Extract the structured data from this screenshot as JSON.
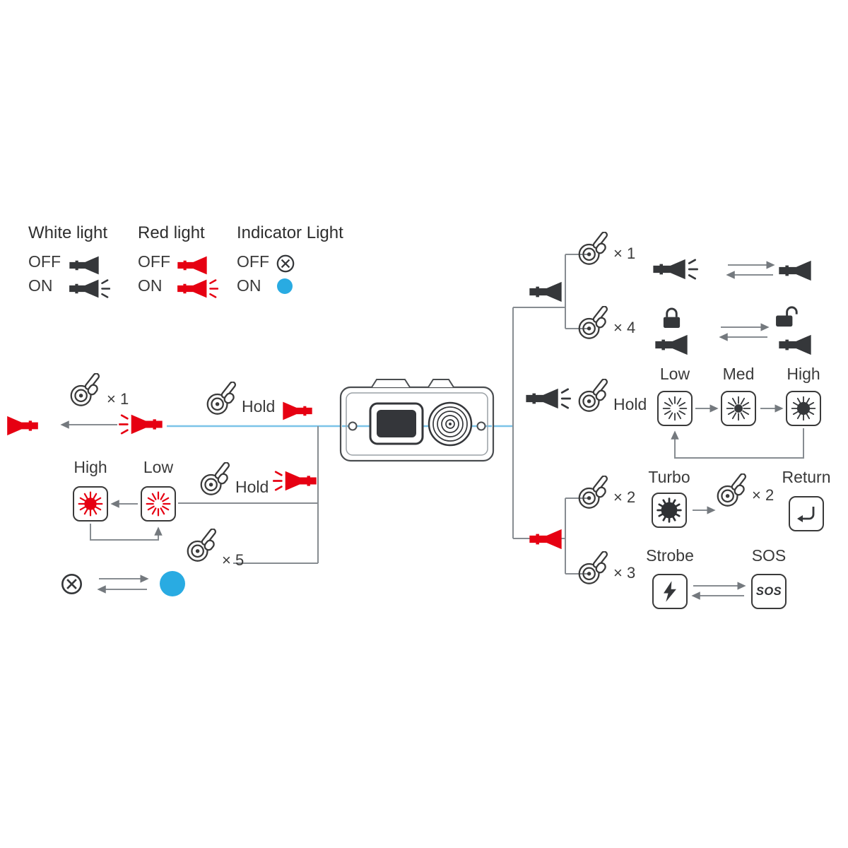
{
  "legend": {
    "white": {
      "title": "White light",
      "off": "OFF",
      "on": "ON"
    },
    "red": {
      "title": "Red light",
      "off": "OFF",
      "on": "ON"
    },
    "indicator": {
      "title": "Indicator Light",
      "off": "OFF",
      "on": "ON"
    }
  },
  "left": {
    "red_toggle": {
      "hold": "Hold",
      "tap": "× 1"
    },
    "red_levels": {
      "hold": "Hold",
      "high": "High",
      "low": "Low"
    },
    "indicator_toggle": {
      "tap": "× 5"
    }
  },
  "right": {
    "white_toggle": {
      "tap_on": "× 1",
      "tap_lock": "× 4"
    },
    "white_levels": {
      "hold": "Hold",
      "low": "Low",
      "med": "Med",
      "high": "High"
    },
    "special": {
      "tap_turbo": "× 2",
      "turbo": "Turbo",
      "tap_return": "× 2",
      "return_label": "Return",
      "tap_strobe": "× 3",
      "strobe": "Strobe",
      "sos": "SOS",
      "sos_box": "SOS"
    }
  },
  "colors": {
    "red": "#e60012",
    "indicator_blue": "#29abe2",
    "connector_blue": "#7cc3e8",
    "connector_gray": "#878c91",
    "ink": "#3a3a3a"
  }
}
